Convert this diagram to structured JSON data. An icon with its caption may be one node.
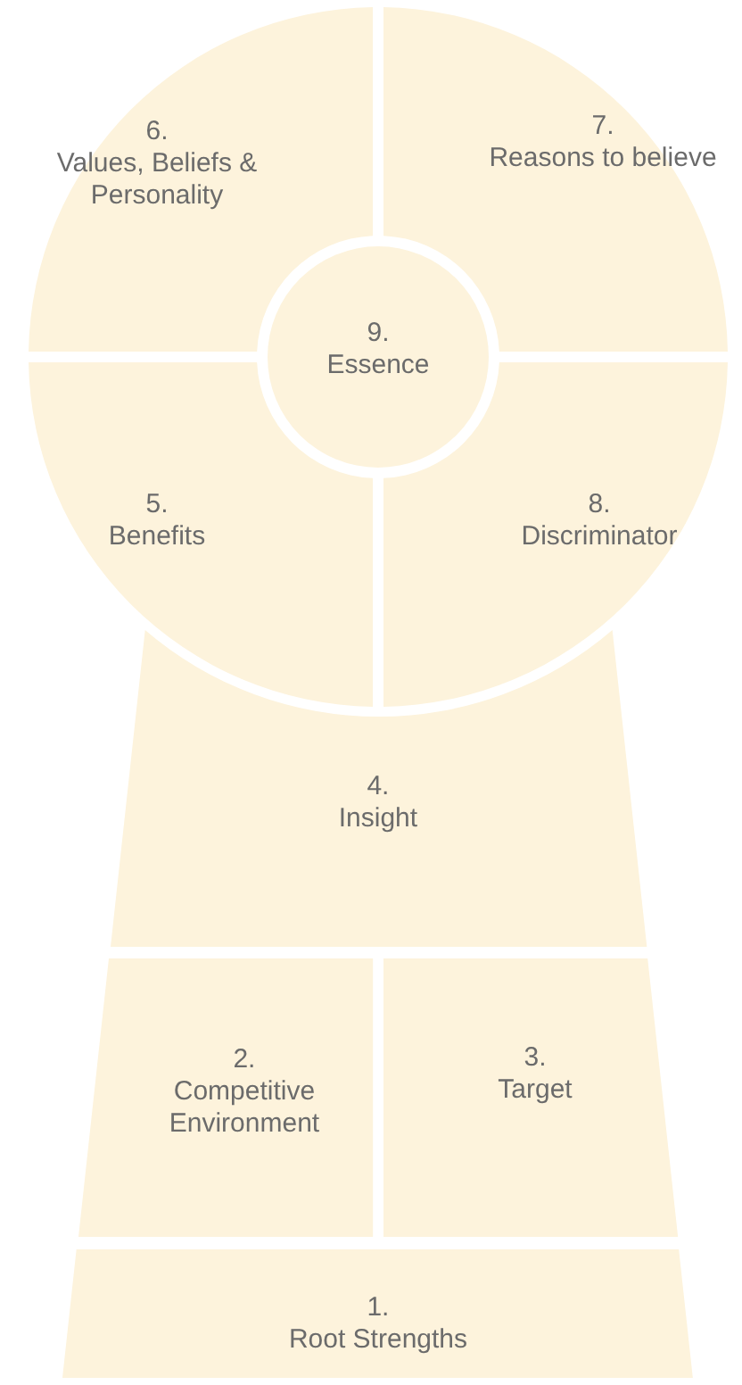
{
  "diagram": {
    "nodes": [
      {
        "text": [
          "6.",
          "Values, Beliefs & Personality"
        ]
      },
      {
        "text": [
          "7.",
          "Reasons to believe"
        ]
      },
      {
        "text": [
          "9.",
          "Essence"
        ]
      },
      {
        "text": [
          "5.",
          "Benefits"
        ]
      },
      {
        "text": [
          "8.",
          "Discriminator"
        ]
      },
      {
        "text": [
          "4.",
          "Insight"
        ]
      },
      {
        "text": [
          "2.",
          "Competitive Environment"
        ]
      },
      {
        "text": [
          "3.",
          "Target"
        ]
      },
      {
        "text": [
          "1.",
          "Root Strengths"
        ]
      }
    ]
  }
}
